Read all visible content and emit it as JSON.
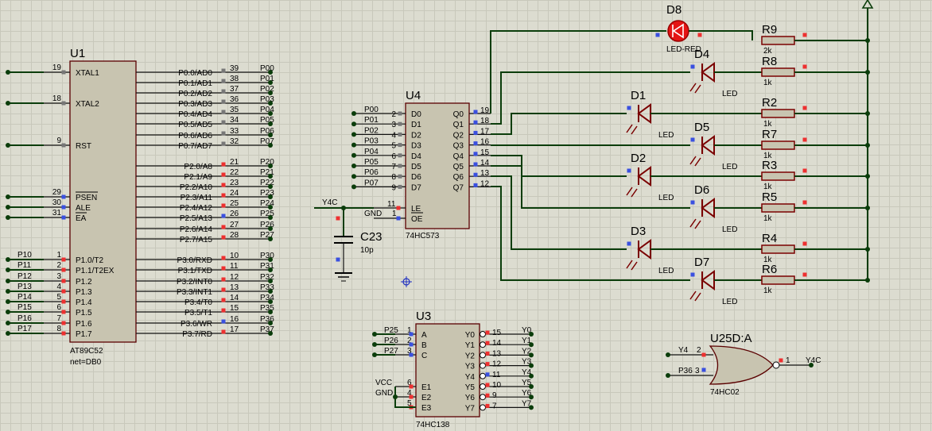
{
  "u1": {
    "ref": "U1",
    "part": "AT89C52",
    "net": "net=DB0",
    "left_pins": [
      {
        "num": "19",
        "name": "XTAL1",
        "net": ""
      },
      {
        "num": "18",
        "name": "XTAL2",
        "net": ""
      },
      {
        "num": "9",
        "name": "RST",
        "net": ""
      },
      {
        "num": "29",
        "name": "PSEN",
        "net": ""
      },
      {
        "num": "30",
        "name": "ALE",
        "net": ""
      },
      {
        "num": "31",
        "name": "EA",
        "net": ""
      },
      {
        "num": "1",
        "name": "P1.0/T2",
        "net": "P10"
      },
      {
        "num": "2",
        "name": "P1.1/T2EX",
        "net": "P11"
      },
      {
        "num": "3",
        "name": "P1.2",
        "net": "P12"
      },
      {
        "num": "4",
        "name": "P1.3",
        "net": "P13"
      },
      {
        "num": "5",
        "name": "P1.4",
        "net": "P14"
      },
      {
        "num": "6",
        "name": "P1.5",
        "net": "P15"
      },
      {
        "num": "7",
        "name": "P1.6",
        "net": "P16"
      },
      {
        "num": "8",
        "name": "P1.7",
        "net": "P17"
      }
    ],
    "right_pins": [
      {
        "num": "39",
        "name": "P0.0/AD0",
        "net": "P00"
      },
      {
        "num": "38",
        "name": "P0.1/AD1",
        "net": "P01"
      },
      {
        "num": "37",
        "name": "P0.2/AD2",
        "net": "P02"
      },
      {
        "num": "36",
        "name": "P0.3/AD3",
        "net": "P03"
      },
      {
        "num": "35",
        "name": "P0.4/AD4",
        "net": "P04"
      },
      {
        "num": "34",
        "name": "P0.5/AD5",
        "net": "P05"
      },
      {
        "num": "33",
        "name": "P0.6/AD6",
        "net": "P06"
      },
      {
        "num": "32",
        "name": "P0.7/AD7",
        "net": "P07"
      },
      {
        "num": "21",
        "name": "P2.0/A8",
        "net": "P20"
      },
      {
        "num": "22",
        "name": "P2.1/A9",
        "net": "P21"
      },
      {
        "num": "23",
        "name": "P2.2/A10",
        "net": "P22"
      },
      {
        "num": "24",
        "name": "P2.3/A11",
        "net": "P23"
      },
      {
        "num": "25",
        "name": "P2.4/A12",
        "net": "P24"
      },
      {
        "num": "26",
        "name": "P2.5/A13",
        "net": "P25"
      },
      {
        "num": "27",
        "name": "P2.6/A14",
        "net": "P26"
      },
      {
        "num": "28",
        "name": "P2.7/A15",
        "net": "P27"
      },
      {
        "num": "10",
        "name": "P3.0/RXD",
        "net": "P30"
      },
      {
        "num": "11",
        "name": "P3.1/TXD",
        "net": "P31"
      },
      {
        "num": "12",
        "name": "P3.2/INT0",
        "net": "P32"
      },
      {
        "num": "13",
        "name": "P3.3/INT1",
        "net": "P33"
      },
      {
        "num": "14",
        "name": "P3.4/T0",
        "net": "P34"
      },
      {
        "num": "15",
        "name": "P3.5/T1",
        "net": "P35"
      },
      {
        "num": "16",
        "name": "P3.6/WR",
        "net": "P36"
      },
      {
        "num": "17",
        "name": "P3.7/RD",
        "net": "P37"
      }
    ]
  },
  "u4": {
    "ref": "U4",
    "part": "74HC573",
    "inputs": [
      {
        "num": "2",
        "name": "D0",
        "net": "P00"
      },
      {
        "num": "3",
        "name": "D1",
        "net": "P01"
      },
      {
        "num": "4",
        "name": "D2",
        "net": "P02"
      },
      {
        "num": "5",
        "name": "D3",
        "net": "P03"
      },
      {
        "num": "6",
        "name": "D4",
        "net": "P04"
      },
      {
        "num": "7",
        "name": "D5",
        "net": "P05"
      },
      {
        "num": "8",
        "name": "D6",
        "net": "P06"
      },
      {
        "num": "9",
        "name": "D7",
        "net": "P07"
      }
    ],
    "outputs": [
      {
        "num": "19",
        "name": "Q0"
      },
      {
        "num": "18",
        "name": "Q1"
      },
      {
        "num": "17",
        "name": "Q2"
      },
      {
        "num": "16",
        "name": "Q3"
      },
      {
        "num": "15",
        "name": "Q4"
      },
      {
        "num": "14",
        "name": "Q5"
      },
      {
        "num": "13",
        "name": "Q6"
      },
      {
        "num": "12",
        "name": "Q7"
      }
    ],
    "le": {
      "num": "11",
      "name": "LE",
      "net": "Y4C"
    },
    "oe": {
      "num": "1",
      "name": "OE",
      "net": "GND"
    }
  },
  "c23": {
    "ref": "C23",
    "value": "10p"
  },
  "leds": [
    {
      "ref": "D8",
      "label": "LED-RED"
    },
    {
      "ref": "D4",
      "label": "LED"
    },
    {
      "ref": "D1",
      "label": "LED"
    },
    {
      "ref": "D5",
      "label": "LED"
    },
    {
      "ref": "D2",
      "label": "LED"
    },
    {
      "ref": "D6",
      "label": "LED"
    },
    {
      "ref": "D3",
      "label": "LED"
    },
    {
      "ref": "D7",
      "label": "LED"
    }
  ],
  "resistors": [
    {
      "ref": "R9",
      "value": "2k"
    },
    {
      "ref": "R8",
      "value": "1k"
    },
    {
      "ref": "R2",
      "value": "1k"
    },
    {
      "ref": "R7",
      "value": "1k"
    },
    {
      "ref": "R3",
      "value": "1k"
    },
    {
      "ref": "R5",
      "value": "1k"
    },
    {
      "ref": "R4",
      "value": "1k"
    },
    {
      "ref": "R6",
      "value": "1k"
    }
  ],
  "u3": {
    "ref": "U3",
    "part": "74HC138",
    "inputs": [
      {
        "num": "1",
        "name": "A",
        "net": "P25"
      },
      {
        "num": "2",
        "name": "B",
        "net": "P26"
      },
      {
        "num": "3",
        "name": "C",
        "net": "P27"
      },
      {
        "num": "6",
        "name": "E1",
        "net": "VCC"
      },
      {
        "num": "4",
        "name": "E2",
        "net": "GND"
      },
      {
        "num": "5",
        "name": "E3",
        "net": ""
      }
    ],
    "outputs": [
      {
        "num": "15",
        "name": "Y0",
        "net": "Y0"
      },
      {
        "num": "14",
        "name": "Y1",
        "net": "Y1"
      },
      {
        "num": "13",
        "name": "Y2",
        "net": "Y2"
      },
      {
        "num": "12",
        "name": "Y3",
        "net": "Y3"
      },
      {
        "num": "11",
        "name": "Y4",
        "net": "Y4"
      },
      {
        "num": "10",
        "name": "Y5",
        "net": "Y5"
      },
      {
        "num": "9",
        "name": "Y6",
        "net": "Y6"
      },
      {
        "num": "7",
        "name": "Y7",
        "net": "Y7"
      }
    ]
  },
  "u25": {
    "ref": "U25D:A",
    "part": "74HC02",
    "in1": {
      "num": "2",
      "net": "Y4"
    },
    "in2": {
      "num": "3",
      "net": "P36"
    },
    "out": {
      "num": "1",
      "net": "Y4C"
    }
  },
  "colors": {
    "wire": "#0b3d0b",
    "body_fill": "#c8c4b0",
    "body_stroke": "#5a0000",
    "led": "#7a0000",
    "led_red": "#e41414"
  }
}
